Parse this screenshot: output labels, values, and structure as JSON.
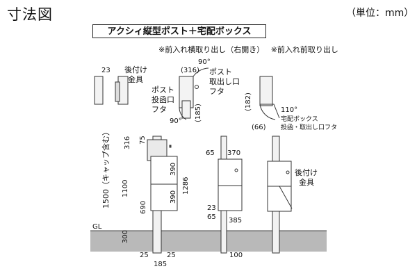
{
  "title": "寸法図",
  "unit": "（単位：mm）",
  "product_name": "アクシィ縦型ポスト＋宅配ボックス",
  "note_side": "※前入れ横取り出し（右開き）",
  "note_front": "※前入れ前取り出し",
  "labels": {
    "atotsuke1": "後付け",
    "kanagu1": "金具",
    "post_toridashi1": "ポスト",
    "post_toridashi2": "取出し口",
    "post_toridashi3": "フタ",
    "post_tokan1": "ポスト",
    "post_tokan2": "投函口",
    "post_tokan3": "フタ",
    "takuhai1": "宅配ボックス",
    "takuhai2": "投函・取出し口フタ",
    "atotsuke2": "後付け",
    "kanagu2": "金具",
    "gl": "GL",
    "cap": "1500（キャップ含む）"
  },
  "dims": {
    "d23a": "23",
    "d316a": "(316)",
    "d90a": "90°",
    "d90b": "90°",
    "d185": "(185)",
    "d182": "(182)",
    "d110": "110°",
    "d66": "(66)",
    "d316": "316",
    "d75": "75",
    "d390a": "390",
    "d390b": "390",
    "d1286": "1286",
    "d1100": "1100",
    "d690": "690",
    "d300": "300",
    "d25a": "25",
    "d25b": "25",
    "d185b": "185",
    "d65a": "65",
    "d370": "370",
    "d23b": "23",
    "d65b": "65",
    "d385": "385",
    "d100": "100"
  }
}
